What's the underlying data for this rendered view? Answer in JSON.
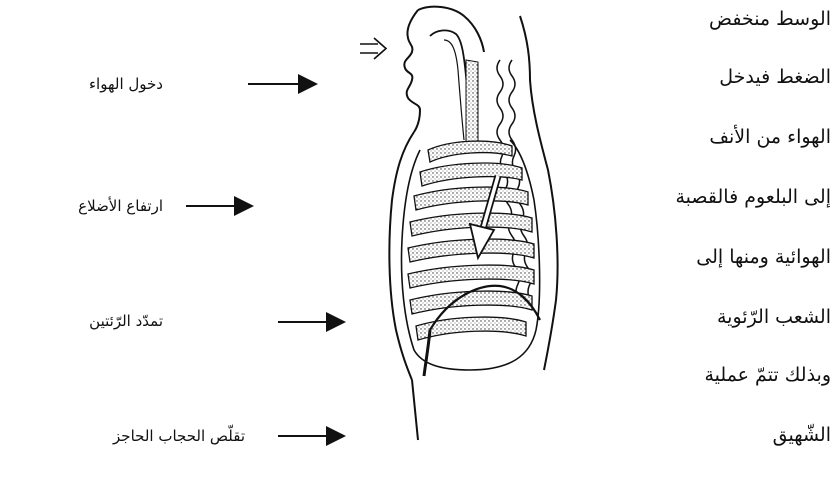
{
  "labels": {
    "air_entry": "دخول الهواء",
    "ribs_rise": "ارتفاع الأضلاع",
    "lungs_expand": "تمدّد الرّئتين",
    "diaphragm_contract": "تقلّص الحجاب الحاجز"
  },
  "explanation": {
    "lines": [
      "الوسط منخفض",
      "الضغط فيدخل",
      "الهواء من الأنف",
      "إلى البلعوم فالقصبة",
      "الهوائية ومنها إلى",
      "الشعب الرّئوية",
      "وبذلك تتمّ عملية",
      "الشّهيق"
    ]
  },
  "colors": {
    "ink": "#111111",
    "background": "#ffffff"
  }
}
